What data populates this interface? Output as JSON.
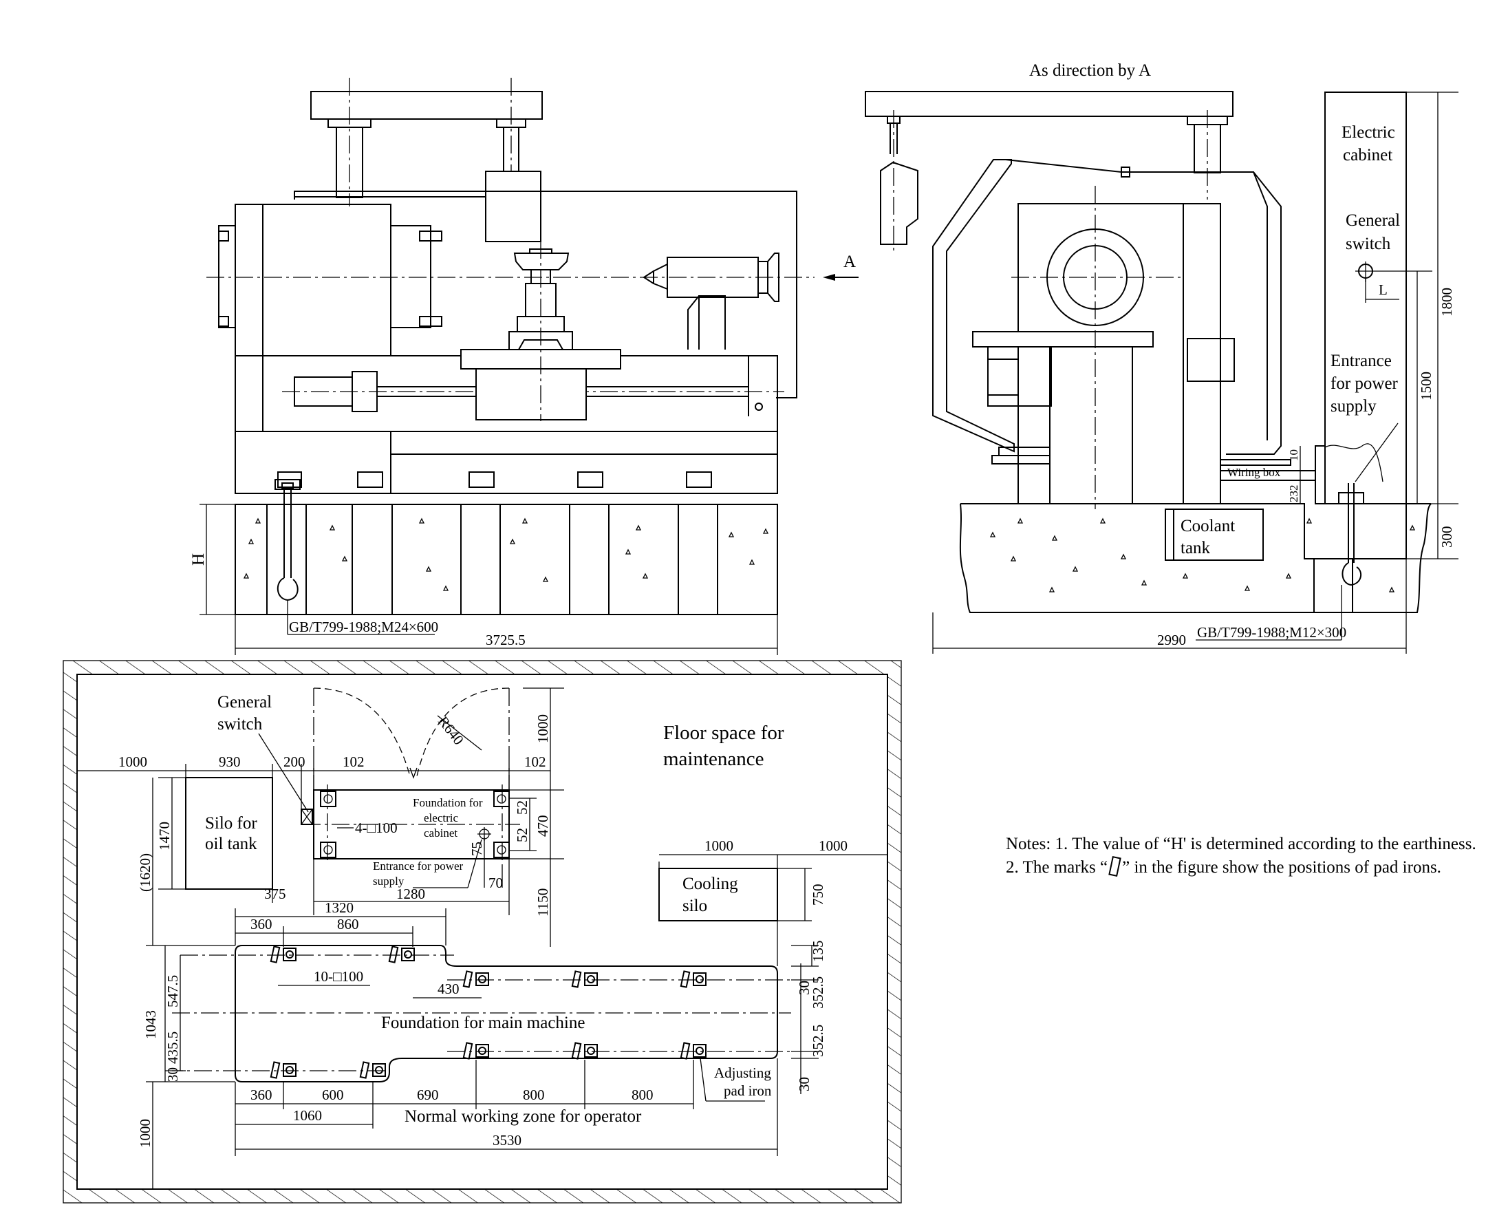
{
  "front_view": {
    "arrow_label": "A",
    "height_label": "H",
    "bolt_spec": "GB/T799-1988;M24×600",
    "length": "3725.5"
  },
  "side_view": {
    "title": "As direction by A",
    "electric_cabinet": [
      "Electric",
      "cabinet"
    ],
    "general_switch": [
      "General",
      "switch"
    ],
    "entrance_power_supply": [
      "Entrance",
      "for power",
      "supply"
    ],
    "wiring_box": "Wiring box",
    "coolant_tank": [
      "Coolant",
      "tank"
    ],
    "bolt_spec": "GB/T799-1988;M12×300",
    "dims": {
      "width": "2990",
      "h1800": "1800",
      "h1500": "1500",
      "h300": "300",
      "d10": "10",
      "d232": "232",
      "L": "L"
    }
  },
  "plan_view": {
    "general_switch": [
      "General",
      "switch"
    ],
    "floor_space": [
      "Floor space for",
      "maintenance"
    ],
    "silo_oil_tank": [
      "Silo for",
      "oil tank"
    ],
    "foundation_cabinet": [
      "Foundation for",
      "electric",
      "cabinet"
    ],
    "entrance_power_supply": [
      "Entrance for power",
      "supply"
    ],
    "cabinet_holes": "4-□100",
    "cooling_silo": [
      "Cooling",
      "silo"
    ],
    "main_holes": "10-□100",
    "foundation_main": "Foundation for main machine",
    "adjusting_pad_iron": [
      "Adjusting",
      "pad iron"
    ],
    "working_zone": "Normal working zone for operator",
    "radius": "R640",
    "dims": {
      "top_1000": "1000",
      "top_930": "930",
      "top_200": "200",
      "top_102a": "102",
      "top_102b": "102",
      "v1000_top": "1000",
      "d52a": "52",
      "d52b": "52",
      "d470": "470",
      "d75": "75",
      "d70": "70",
      "d1620": "(1620)",
      "d1470": "1470",
      "d375": "375",
      "d1280": "1280",
      "d1150": "1150",
      "cool_1000a": "1000",
      "cool_1000b": "1000",
      "d750": "750",
      "d1320": "1320",
      "d360a": "360",
      "d860": "860",
      "d430": "430",
      "d135": "135",
      "d547": "547.5",
      "d1043": "1043",
      "d435": "435.5",
      "d30a": "30",
      "d30b": "30",
      "d30c": "30",
      "d352a": "352.5",
      "d352b": "352.5",
      "b360": "360",
      "b600": "600",
      "b690": "690",
      "b800a": "800",
      "b800b": "800",
      "d1060": "1060",
      "d3530": "3530",
      "d1000_left": "1000"
    }
  },
  "notes": {
    "line1": "Notes: 1. The value of “H' is determined according to the earthiness.",
    "line2_pre": "2. The marks “",
    "line2_post": "” in the figure show the positions of pad irons."
  }
}
